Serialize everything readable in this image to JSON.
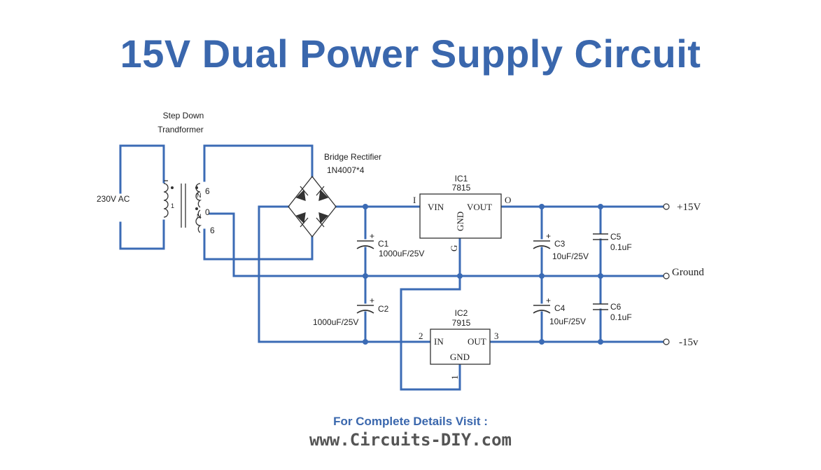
{
  "title": "15V Dual Power Supply Circuit",
  "transformer": {
    "label_line1": "Step Down",
    "label_line2": "Trandformer",
    "input": "230V AC",
    "primary_pin": "1",
    "n_label": "N",
    "tap_top": "6",
    "tap_mid": "0",
    "tap_bot": "6"
  },
  "rectifier": {
    "label": "Bridge Rectifier",
    "part": "1N4007*4"
  },
  "ic1": {
    "name": "IC1",
    "part": "7815",
    "pin_in": "I",
    "vin": "VIN",
    "vout": "VOUT",
    "gnd": "GND",
    "pin_out": "O",
    "pin_g": "G"
  },
  "ic2": {
    "name": "IC2",
    "part": "7915",
    "in": "IN",
    "out": "OUT",
    "gnd": "GND",
    "pin_in": "2",
    "pin_out": "3",
    "pin_gnd": "1"
  },
  "capacitors": {
    "c1": {
      "name": "C1",
      "value": "1000uF/25V"
    },
    "c2": {
      "name": "C2",
      "value": "1000uF/25V"
    },
    "c3": {
      "name": "C3",
      "value": "10uF/25V"
    },
    "c4": {
      "name": "C4",
      "value": "10uF/25V"
    },
    "c5": {
      "name": "C5",
      "value": "0.1uF"
    },
    "c6": {
      "name": "C6",
      "value": "0.1uF"
    },
    "plus": "+"
  },
  "outputs": {
    "pos": "+15V",
    "ground": "Ground",
    "neg": "-15v"
  },
  "footer": {
    "line1": "For Complete Details Visit :",
    "line2": "www.Circuits-DIY.com"
  },
  "colors": {
    "title": "#3a67ad",
    "wire": "#3b6bb5",
    "component": "#333333"
  }
}
